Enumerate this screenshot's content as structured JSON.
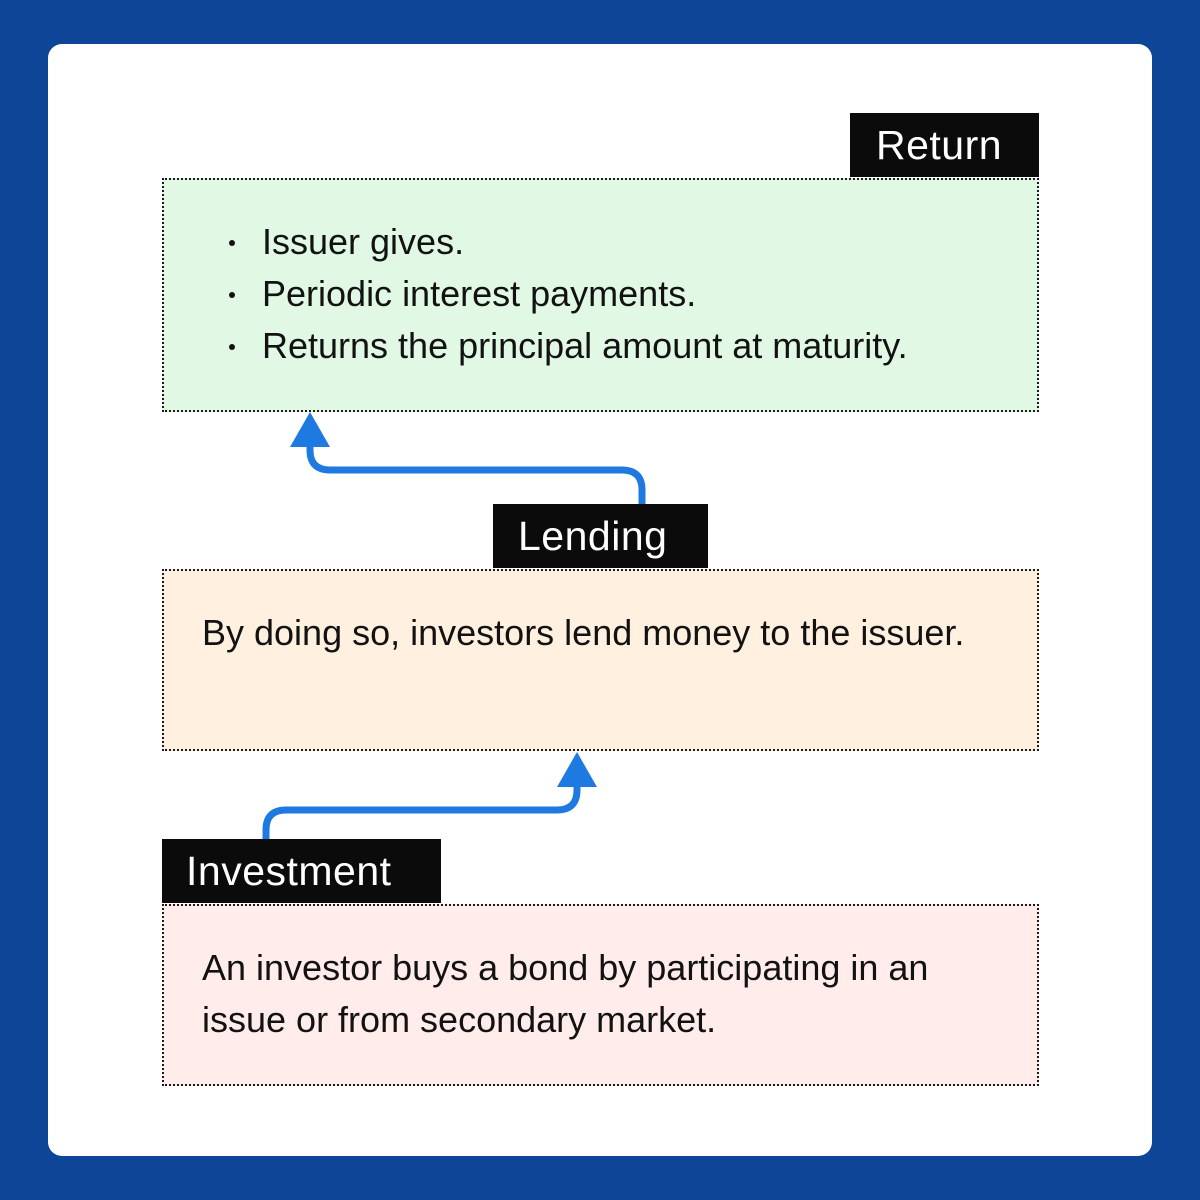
{
  "diagram": {
    "colors": {
      "frame": "#0f4597",
      "card": "#ffffff",
      "tag_bg": "#0b0b0b",
      "tag_text": "#ffffff",
      "arrow": "#1e7ae0",
      "return_box": "#e1f8e4",
      "lending_box": "#fff0e0",
      "investment_box": "#ffeceb"
    },
    "return": {
      "label": "Return",
      "points": [
        "Issuer gives.",
        "Periodic interest payments.",
        "Returns the principal amount at maturity."
      ]
    },
    "lending": {
      "label": "Lending",
      "text": "By doing so, investors lend money to the issuer."
    },
    "investment": {
      "label": "Investment",
      "text": "An investor buys a bond by participating in an issue or from secondary market."
    },
    "edges": [
      {
        "from": "investment",
        "to": "lending"
      },
      {
        "from": "lending",
        "to": "return"
      }
    ]
  }
}
